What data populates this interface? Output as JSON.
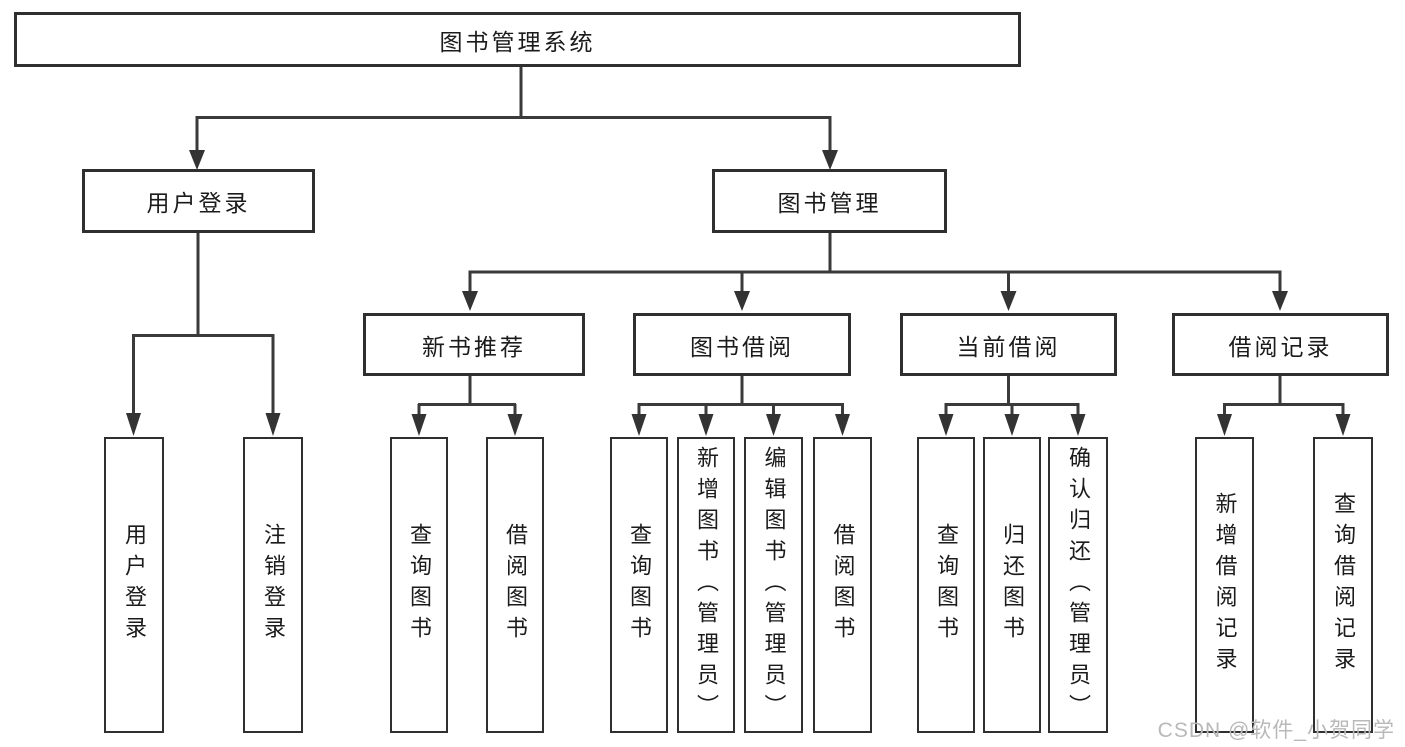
{
  "diagram_title": "图书管理系统",
  "nodes": {
    "root": {
      "label": "图书管理系统"
    },
    "user_login": {
      "label": "用户登录"
    },
    "book_management": {
      "label": "图书管理"
    },
    "new_book_recommend": {
      "label": "新书推荐"
    },
    "book_borrowing": {
      "label": "图书借阅"
    },
    "current_borrowing": {
      "label": "当前借阅"
    },
    "borrowing_records": {
      "label": "借阅记录"
    },
    "leaf_user_login": {
      "label": "用户登录"
    },
    "leaf_logout": {
      "label": "注销登录"
    },
    "leaf_query_books_recommend": {
      "label": "查询图书"
    },
    "leaf_borrow_books_recommend": {
      "label": "借阅图书"
    },
    "leaf_query_books_borrowing": {
      "label": "查询图书"
    },
    "leaf_add_books_admin": {
      "label": "新增图书（管理员）"
    },
    "leaf_edit_books_admin": {
      "label": "编辑图书（管理员）"
    },
    "leaf_borrow_books_borrowing": {
      "label": "借阅图书"
    },
    "leaf_query_books_current": {
      "label": "查询图书"
    },
    "leaf_return_books": {
      "label": "归还图书"
    },
    "leaf_confirm_return_admin": {
      "label": "确认归还（管理员）"
    },
    "leaf_add_borrow_record": {
      "label": "新增借阅记录"
    },
    "leaf_query_borrow_record": {
      "label": "查询借阅记录"
    }
  },
  "watermark": {
    "text": "CSDN @软件_小贺同学",
    "color": "#b9b9b9"
  },
  "colors": {
    "background": "#ffffff",
    "line": "#3a3a3a",
    "border": "#2f2f2f",
    "text": "#1b1b1b"
  }
}
